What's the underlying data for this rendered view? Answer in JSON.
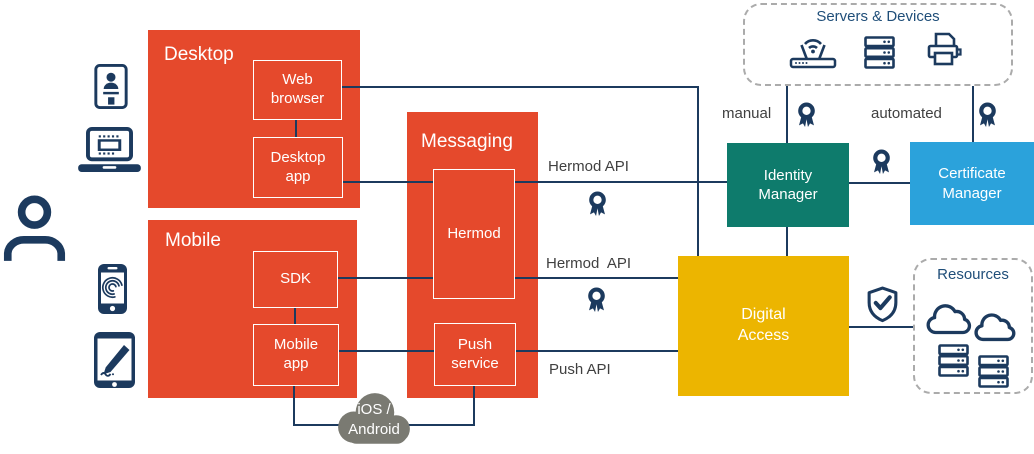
{
  "groups": {
    "desktop": {
      "title": "Desktop",
      "web_browser": "Web\nbrowser",
      "desktop_app": "Desktop\napp"
    },
    "mobile": {
      "title": "Mobile",
      "sdk": "SDK",
      "mobile_app": "Mobile\napp"
    },
    "messaging": {
      "title": "Messaging",
      "hermod": "Hermod",
      "push_service": "Push\nservice"
    }
  },
  "nodes": {
    "identity_manager": "Identity\nManager",
    "certificate_manager": "Certificate\nManager",
    "digital_access": "Digital\nAccess",
    "os_cloud": "iOS /\nAndroid"
  },
  "containers": {
    "servers_devices": "Servers & Devices",
    "resources": "Resources"
  },
  "edge_labels": {
    "hermod_api_top": "Hermod API",
    "hermod_api_mid": "Hermod  API",
    "push_api": "Push API",
    "manual": "manual",
    "automated": "automated"
  },
  "icons": {
    "user-icon": "person outline",
    "id-badge-icon": "identity badge",
    "laptop-icon": "laptop with chip",
    "fingerprint-phone-icon": "smartphone with fingerprint",
    "signature-tablet-icon": "tablet with signing pen",
    "wifi-router-icon": "wireless access point",
    "server-icon": "server rack",
    "printer-icon": "printer",
    "certificate-icon": "rosette award ribbon",
    "shield-check-icon": "shield with checkmark",
    "cloud-icon": "cloud outline",
    "ios-android-cloud-icon": "filled cloud"
  },
  "colors": {
    "orange": "#E5492C",
    "teal": "#0E7B6C",
    "blue": "#2BA2DB",
    "yellow": "#ECB500",
    "navy": "#1C3A5E",
    "label_gray": "#404040",
    "title_blue": "#1F4E79",
    "cloud_gray": "#7A7A72"
  }
}
